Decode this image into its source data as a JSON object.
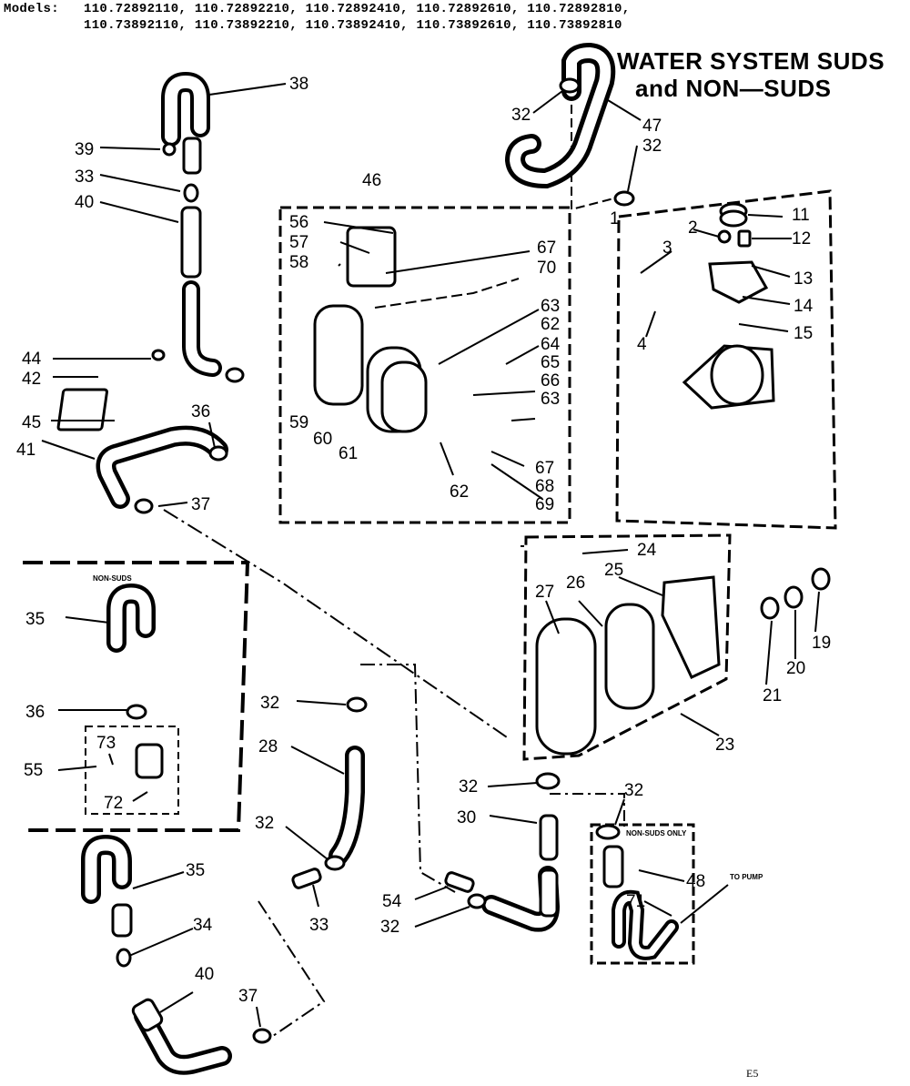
{
  "header": {
    "label": "Models:",
    "line1": "110.72892110, 110.72892210, 110.72892410, 110.72892610, 110.72892810,",
    "line2": "110.73892110, 110.73892210, 110.73892410, 110.73892610, 110.73892810"
  },
  "title": {
    "line1": "WATER SYSTEM  SUDS",
    "line2": "and NON—SUDS"
  },
  "group_labels": {
    "non_suds": "NON-SUDS",
    "non_suds_only": "NON-SUDS ONLY",
    "to_pump": "TO PUMP"
  },
  "callouts": [
    {
      "id": "c38",
      "text": "38"
    },
    {
      "id": "c39",
      "text": "39"
    },
    {
      "id": "c33a",
      "text": "33"
    },
    {
      "id": "c40a",
      "text": "40"
    },
    {
      "id": "c44",
      "text": "44"
    },
    {
      "id": "c42",
      "text": "42"
    },
    {
      "id": "c45",
      "text": "45"
    },
    {
      "id": "c36a",
      "text": "36"
    },
    {
      "id": "c41",
      "text": "41"
    },
    {
      "id": "c37a",
      "text": "37"
    },
    {
      "id": "c46",
      "text": "46"
    },
    {
      "id": "c56",
      "text": "56"
    },
    {
      "id": "c57",
      "text": "57"
    },
    {
      "id": "c58",
      "text": "58"
    },
    {
      "id": "c67a",
      "text": "67"
    },
    {
      "id": "c70",
      "text": "70"
    },
    {
      "id": "c63a",
      "text": "63"
    },
    {
      "id": "c62a",
      "text": "62"
    },
    {
      "id": "c64",
      "text": "64"
    },
    {
      "id": "c65",
      "text": "65"
    },
    {
      "id": "c66",
      "text": "66"
    },
    {
      "id": "c63b",
      "text": "63"
    },
    {
      "id": "c59",
      "text": "59"
    },
    {
      "id": "c60",
      "text": "60"
    },
    {
      "id": "c61",
      "text": "61"
    },
    {
      "id": "c62b",
      "text": "62"
    },
    {
      "id": "c67b",
      "text": "67"
    },
    {
      "id": "c68",
      "text": "68"
    },
    {
      "id": "c69",
      "text": "69"
    },
    {
      "id": "c32a",
      "text": "32"
    },
    {
      "id": "c47",
      "text": "47"
    },
    {
      "id": "c32b",
      "text": "32"
    },
    {
      "id": "c1",
      "text": "1"
    },
    {
      "id": "c11",
      "text": "11"
    },
    {
      "id": "c2",
      "text": "2"
    },
    {
      "id": "c12",
      "text": "12"
    },
    {
      "id": "c3",
      "text": "3"
    },
    {
      "id": "c13",
      "text": "13"
    },
    {
      "id": "c14",
      "text": "14"
    },
    {
      "id": "c4",
      "text": "4"
    },
    {
      "id": "c15",
      "text": "15"
    },
    {
      "id": "c24",
      "text": "24"
    },
    {
      "id": "c27",
      "text": "27"
    },
    {
      "id": "c26",
      "text": "26"
    },
    {
      "id": "c25",
      "text": "25"
    },
    {
      "id": "c21",
      "text": "21"
    },
    {
      "id": "c20",
      "text": "20"
    },
    {
      "id": "c19",
      "text": "19"
    },
    {
      "id": "c23",
      "text": "23"
    },
    {
      "id": "c35a",
      "text": "35"
    },
    {
      "id": "c36b",
      "text": "36"
    },
    {
      "id": "c73",
      "text": "73"
    },
    {
      "id": "c55",
      "text": "55"
    },
    {
      "id": "c72",
      "text": "72"
    },
    {
      "id": "c32c",
      "text": "32"
    },
    {
      "id": "c28",
      "text": "28"
    },
    {
      "id": "c32d",
      "text": "32"
    },
    {
      "id": "c33b",
      "text": "33"
    },
    {
      "id": "c35b",
      "text": "35"
    },
    {
      "id": "c34",
      "text": "34"
    },
    {
      "id": "c40b",
      "text": "40"
    },
    {
      "id": "c37b",
      "text": "37"
    },
    {
      "id": "c32e",
      "text": "32"
    },
    {
      "id": "c30",
      "text": "30"
    },
    {
      "id": "c32f",
      "text": "32"
    },
    {
      "id": "c48",
      "text": "48"
    },
    {
      "id": "c71",
      "text": "71"
    },
    {
      "id": "c54",
      "text": "54"
    },
    {
      "id": "c32g",
      "text": "32"
    }
  ],
  "footer_code": "E5"
}
